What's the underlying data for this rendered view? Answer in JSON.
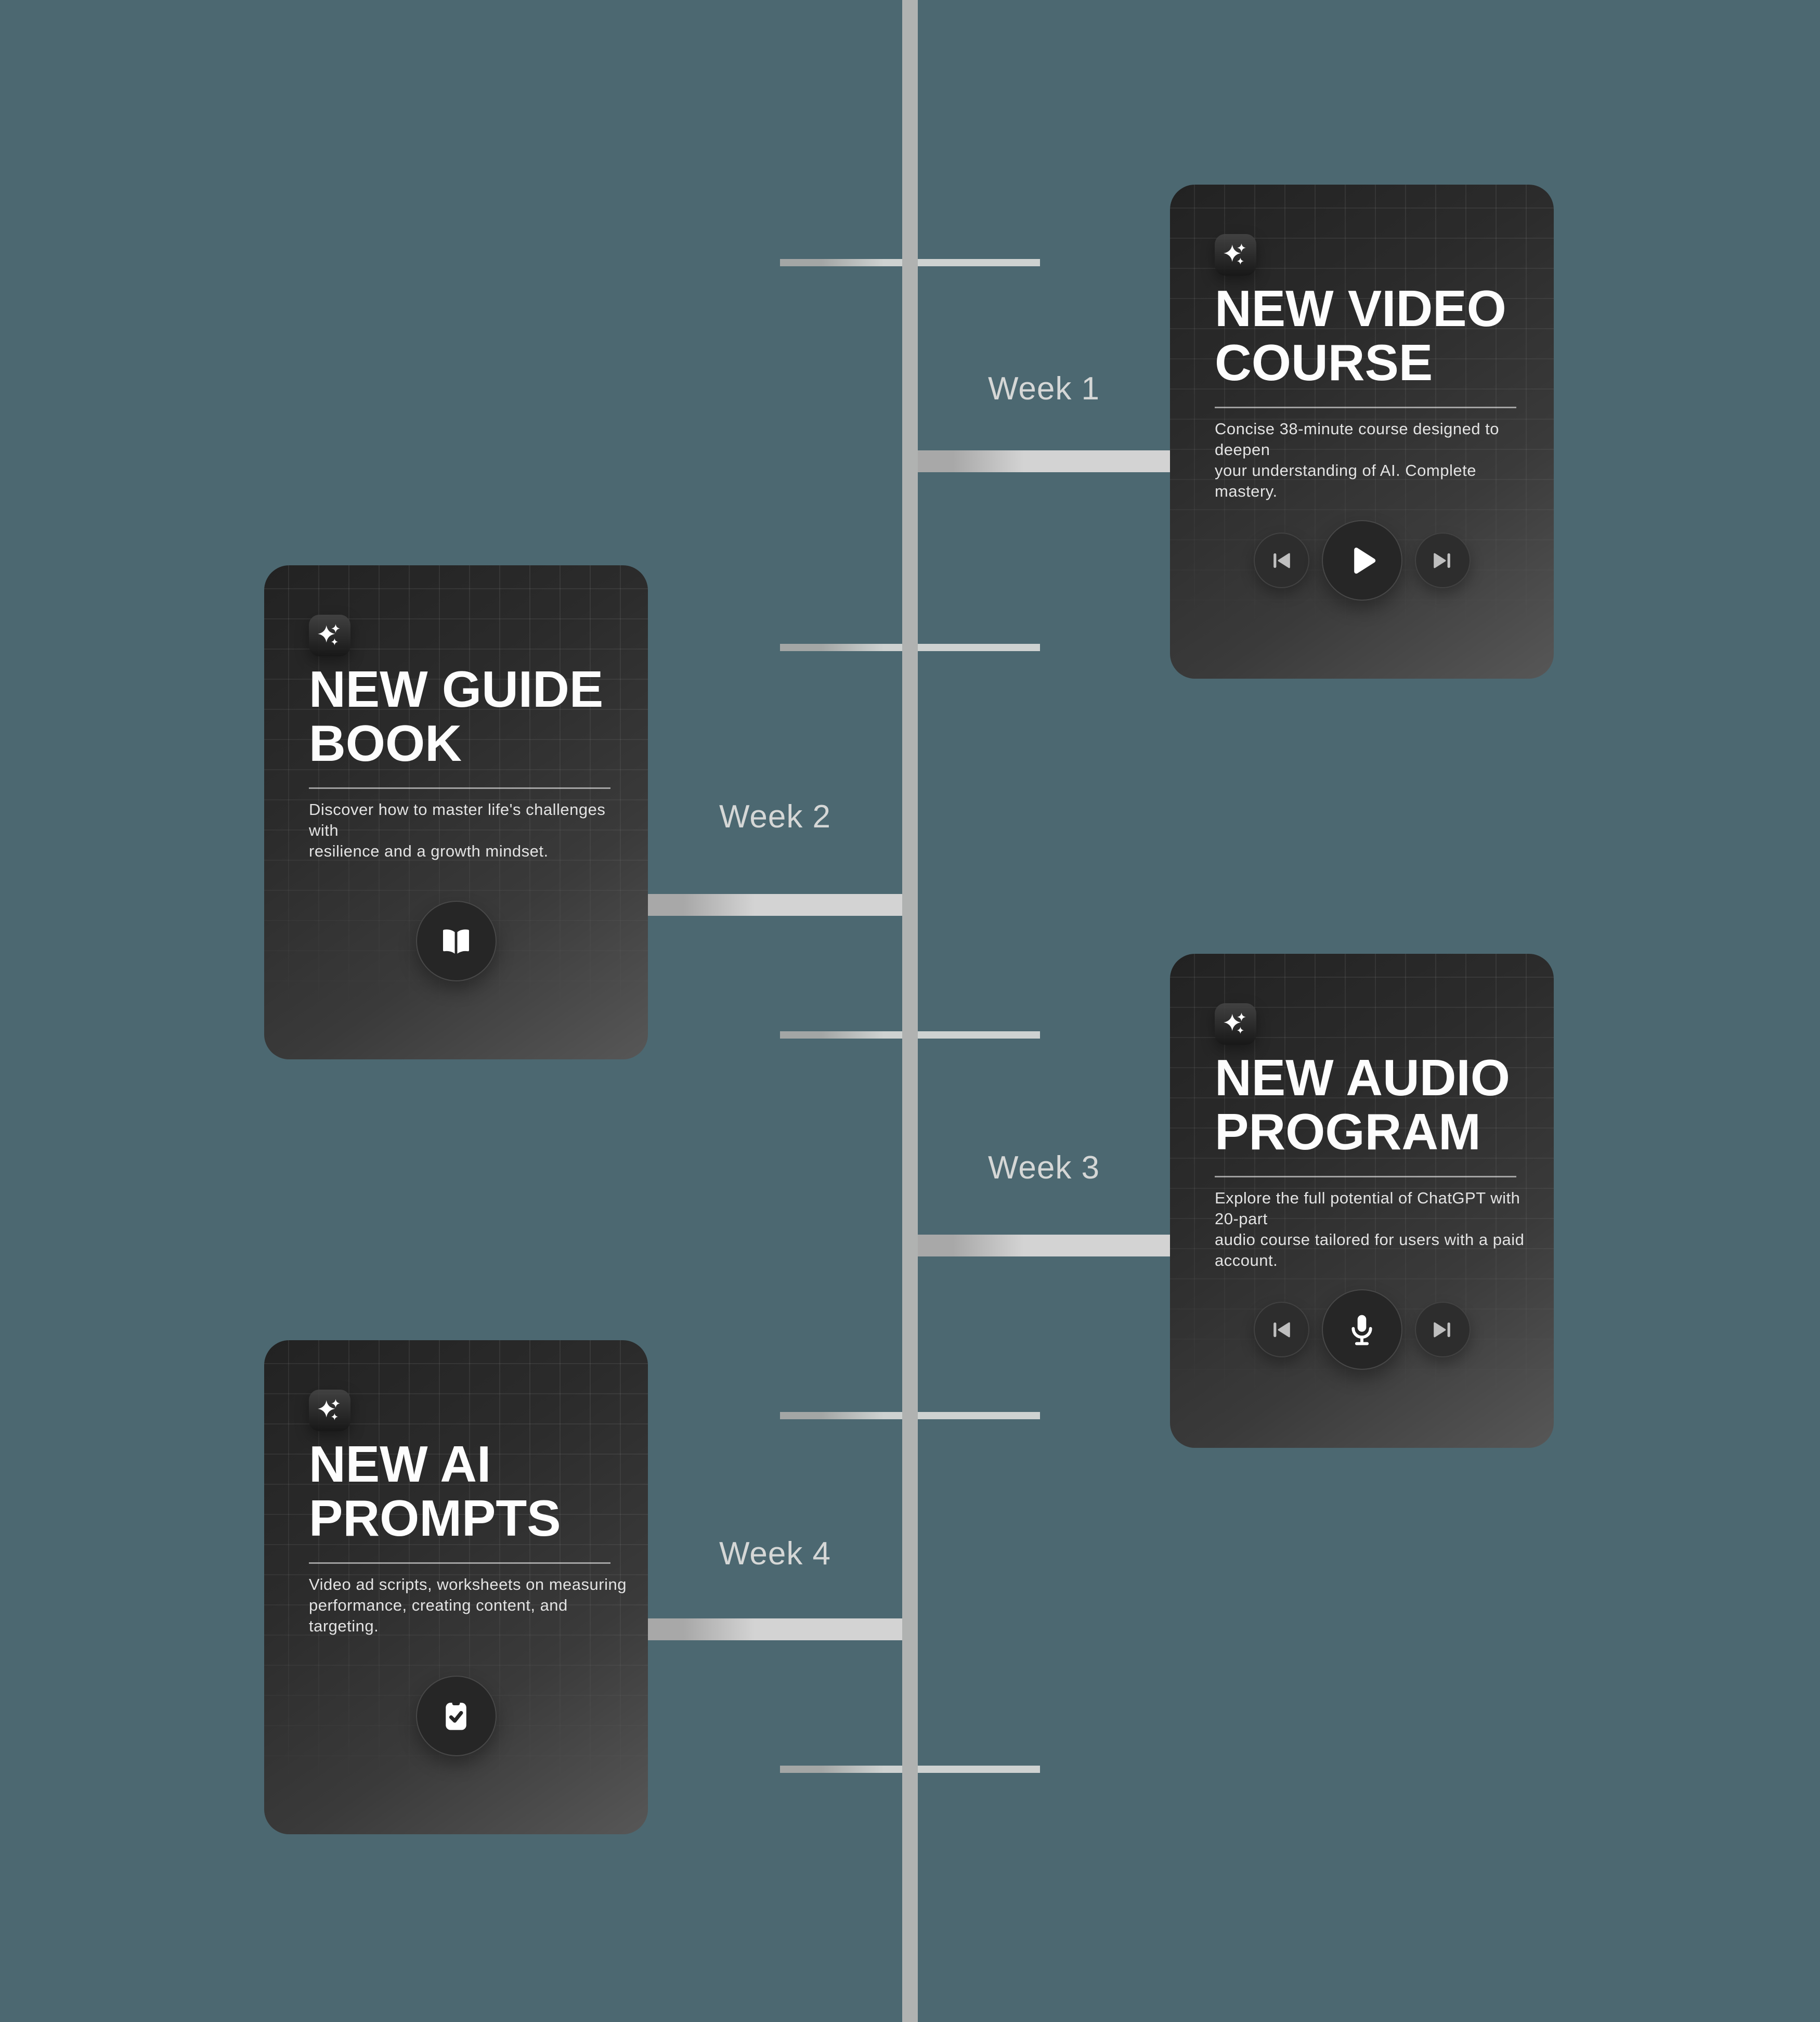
{
  "canvas": {
    "background": "#4c6871"
  },
  "timeline": {
    "axis_color": "#b0b2b1",
    "tick_color_left": "#a3a6a5",
    "tick_color_right": "#ced2d1",
    "weeks": [
      {
        "label": "Week 1",
        "side": "right"
      },
      {
        "label": "Week 2",
        "side": "left"
      },
      {
        "label": "Week 3",
        "side": "right"
      },
      {
        "label": "Week 4",
        "side": "left"
      }
    ]
  },
  "cards": [
    {
      "title_line1": "NEW VIDEO",
      "title_line2": "COURSE",
      "desc_line1": "Concise 38-minute course designed to deepen",
      "desc_line2": "your understanding of AI. Complete mastery.",
      "badge_icon": "sparkles-icon",
      "controls": [
        "skip-back",
        "play",
        "skip-forward"
      ]
    },
    {
      "title_line1": "NEW GUIDE",
      "title_line2": "BOOK",
      "desc_line1": "Discover how to master life's challenges with",
      "desc_line2": "resilience and a growth mindset.",
      "badge_icon": "sparkles-icon",
      "controls": [
        "open-book"
      ]
    },
    {
      "title_line1": "NEW AUDIO",
      "title_line2": "PROGRAM",
      "desc_line1": "Explore the full potential of ChatGPT with 20-part",
      "desc_line2": "audio course tailored for users with a paid account.",
      "badge_icon": "sparkles-icon",
      "controls": [
        "skip-back",
        "microphone",
        "skip-forward"
      ]
    },
    {
      "title_line1": "NEW AI",
      "title_line2": "PROMPTS",
      "desc_line1": "Video ad scripts, worksheets on measuring",
      "desc_line2": "performance, creating content, and targeting.",
      "badge_icon": "sparkles-icon",
      "controls": [
        "clipboard-check"
      ]
    }
  ]
}
